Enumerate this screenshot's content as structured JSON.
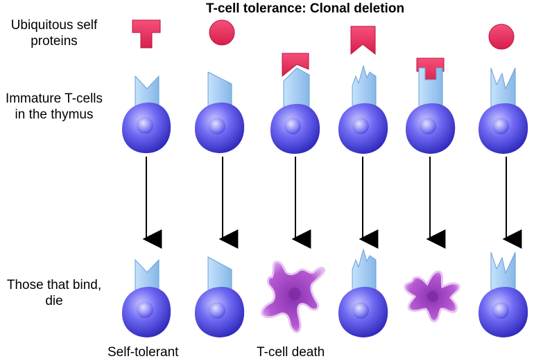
{
  "title": "T-cell tolerance: Clonal deletion",
  "row_labels": {
    "row1_line1": "Ubiquitous self",
    "row1_line2": "proteins",
    "row2_line1": "Immature T-cells",
    "row2_line2": "in the thymus",
    "row3_line1": "Those that bind,",
    "row3_line2": "die"
  },
  "captions": {
    "self_tolerant": "Self-tolerant",
    "cell_death": "T-cell death"
  },
  "colors": {
    "protein": "#e8285a",
    "receptor": "#9ec9f0",
    "cell_body": "#4a45e0",
    "dead_cell": "#9b3fbf",
    "arrow": "#000000"
  },
  "columns": [
    {
      "protein": "t-shape",
      "receptor": "v-notch",
      "outcome": "self-tolerant"
    },
    {
      "protein": "circle",
      "receptor": "slanted-cut",
      "outcome": "self-tolerant"
    },
    {
      "protein": "bent-flag",
      "receptor": "matching-bent",
      "outcome": "death"
    },
    {
      "protein": "notched-flag",
      "receptor": "jagged-spikes",
      "outcome": "self-tolerant"
    },
    {
      "protein": "t-shape",
      "receptor": "matching-t-slot",
      "outcome": "death"
    },
    {
      "protein": "circle",
      "receptor": "w-notch",
      "outcome": "self-tolerant"
    }
  ]
}
